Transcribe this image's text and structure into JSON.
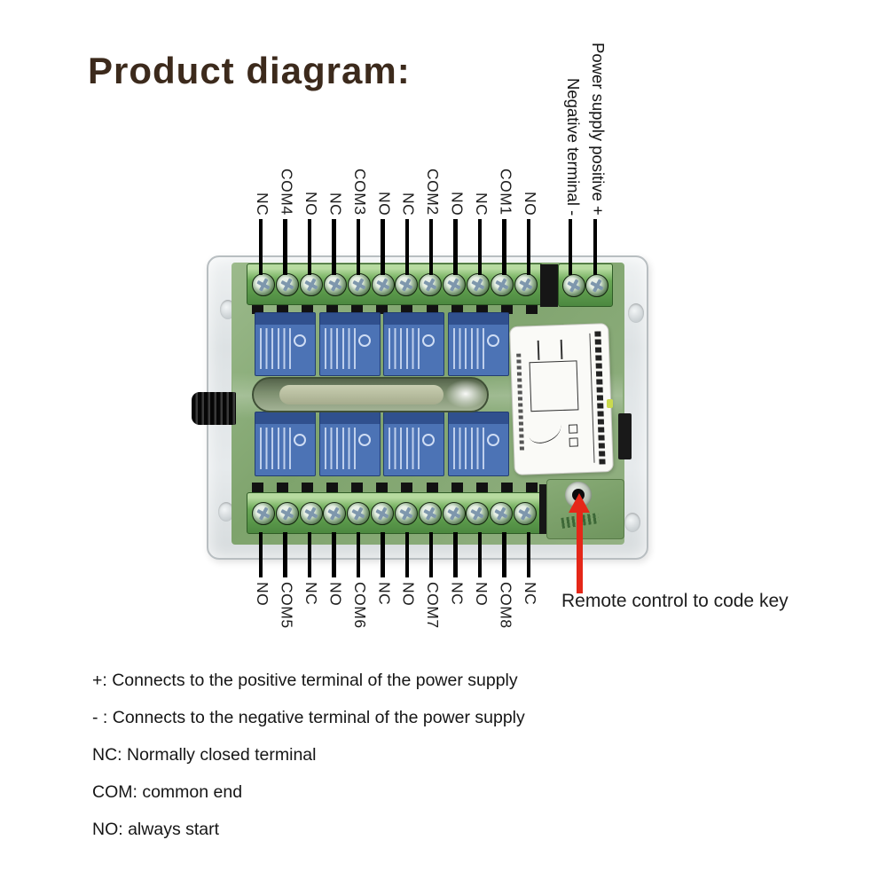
{
  "title": "Product diagram:",
  "top_terminals": [
    "NC",
    "COM4",
    "NO",
    "NC",
    "COM3",
    "NO",
    "NC",
    "COM2",
    "NO",
    "NC",
    "COM1",
    "NO"
  ],
  "bottom_terminals": [
    "NO",
    "COM5",
    "NC",
    "NO",
    "COM6",
    "NC",
    "NO",
    "COM7",
    "NC",
    "NO",
    "COM8",
    "NC"
  ],
  "power_labels": {
    "negative": "Negative terminal -",
    "positive": "Power supply positive +"
  },
  "callout": "Remote control to code key",
  "legend": [
    "+: Connects to the positive terminal of the power supply",
    "- : Connects to the negative terminal of the power supply",
    "NC: Normally closed terminal",
    "COM: common end",
    "NO: always start"
  ],
  "colors": {
    "title_brown": "#3c2a1c",
    "arrow_red": "#e52718",
    "pcb_green": "#7ea36c",
    "terminal_green": "#69a855",
    "relay_blue": "#4c73b5"
  }
}
